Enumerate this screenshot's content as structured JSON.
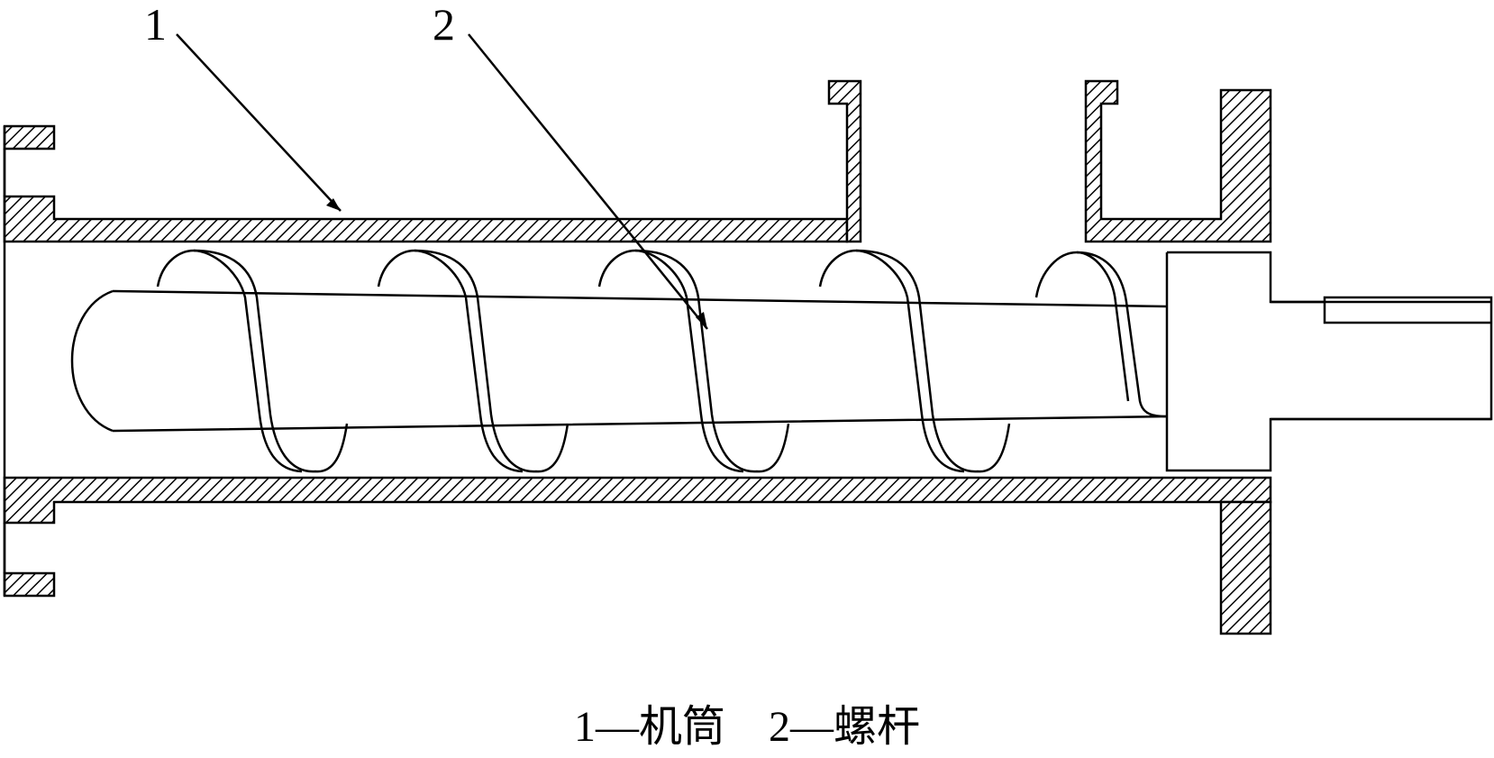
{
  "callouts": [
    {
      "number": "1",
      "part": "机筒"
    },
    {
      "number": "2",
      "part": "螺杆"
    }
  ],
  "caption": "1—机筒    2—螺杆"
}
